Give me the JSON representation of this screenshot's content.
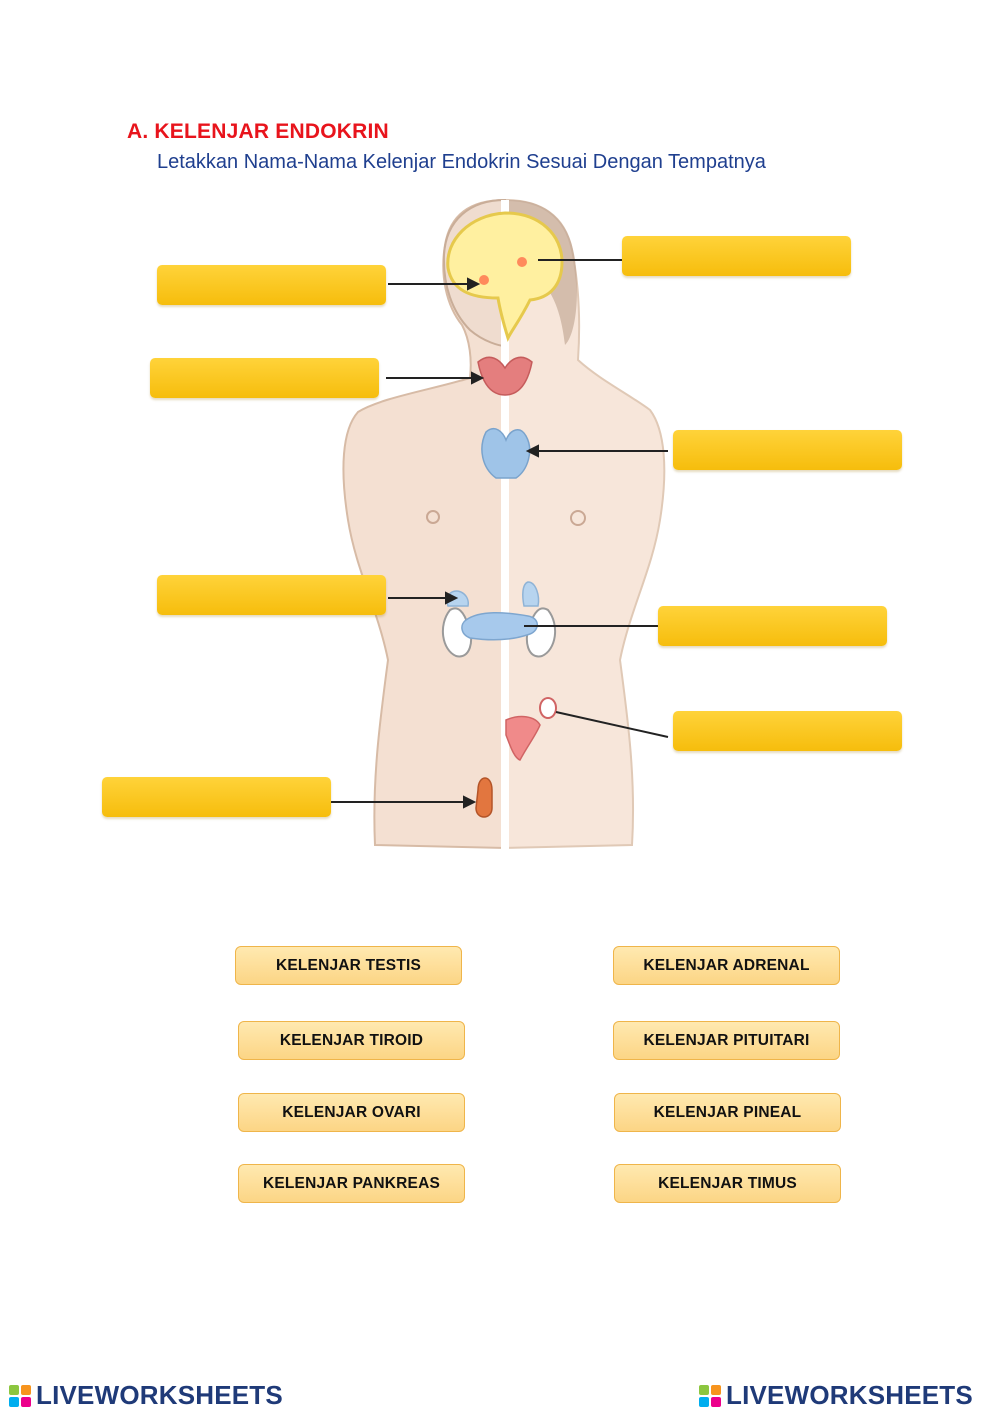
{
  "header": {
    "title": "A. KELENJAR ENDOKRIN",
    "instruction": "Letakkan Nama-Nama Kelenjar Endokrin Sesuai Dengan Tempatnya"
  },
  "drop_targets": [
    {
      "id": "pituitary"
    },
    {
      "id": "pineal"
    },
    {
      "id": "thyroid"
    },
    {
      "id": "thymus"
    },
    {
      "id": "adrenal"
    },
    {
      "id": "pancreas"
    },
    {
      "id": "ovary"
    },
    {
      "id": "testis"
    }
  ],
  "options": [
    {
      "label": "KELENJAR TESTIS"
    },
    {
      "label": "KELENJAR ADRENAL"
    },
    {
      "label": "KELENJAR TIROID"
    },
    {
      "label": "KELENJAR PITUITARI"
    },
    {
      "label": "KELENJAR OVARI"
    },
    {
      "label": "KELENJAR PINEAL"
    },
    {
      "label": "KELENJAR PANKREAS"
    },
    {
      "label": "KELENJAR TIMUS"
    }
  ],
  "footer": {
    "brand_left": "LIVEWORKSHEETS",
    "brand_right": "LIVEWORKSHEETS"
  },
  "colors": {
    "title": "#e8141c",
    "instruction": "#1f3f8f",
    "dropzone": "#f6bd0c",
    "option_bg": "#fcd585",
    "brand": "#1f3a78"
  }
}
